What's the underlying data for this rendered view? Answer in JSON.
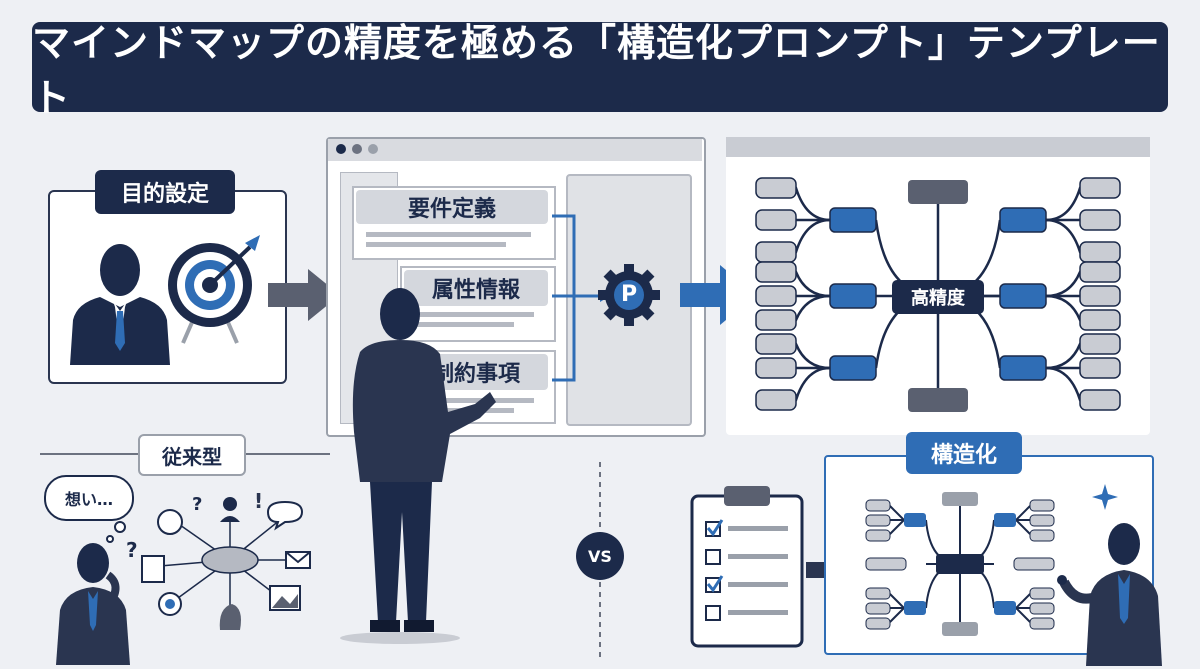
{
  "title": "マインドマップの精度を極める「構造化プロンプト」テンプレート",
  "goal_label": "目的設定",
  "prompt_items": [
    "要件定義",
    "属性情報",
    "制約事項"
  ],
  "gear_letter": "P",
  "center_label": "高精度",
  "traditional_label": "従来型",
  "thought_bubble": "想い…",
  "vs_label": "VS",
  "structured_label": "構造化",
  "colors": {
    "navy": "#1c2a4a",
    "blue": "#2f6db5",
    "gray": "#c9ccd3"
  }
}
